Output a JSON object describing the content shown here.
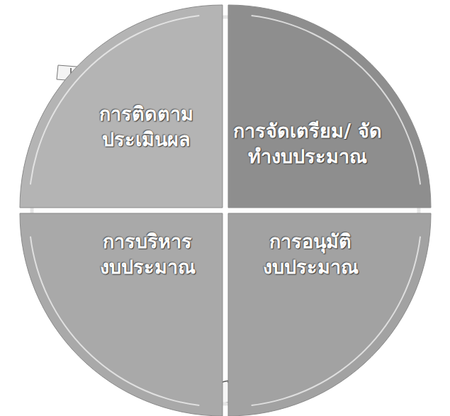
{
  "diagram": {
    "nodes": [
      {
        "text": [
          "การติดตาม ประเมินผล"
        ]
      },
      {
        "text": [
          "การจัดเตรียม/ จัดทำงบประมาณ"
        ]
      },
      {
        "text": [
          "การบริหาร งบประมาณ"
        ]
      },
      {
        "text": [
          "การอนุมัติ งบประมาณ"
        ]
      }
    ],
    "edges": [
      {
        "from": 0,
        "to": 1,
        "arrow": "to"
      },
      {
        "from": 1,
        "to": 3,
        "arrow": "to"
      },
      {
        "from": 3,
        "to": 2,
        "arrow": "to"
      },
      {
        "from": 2,
        "to": 0,
        "arrow": "to"
      }
    ]
  }
}
